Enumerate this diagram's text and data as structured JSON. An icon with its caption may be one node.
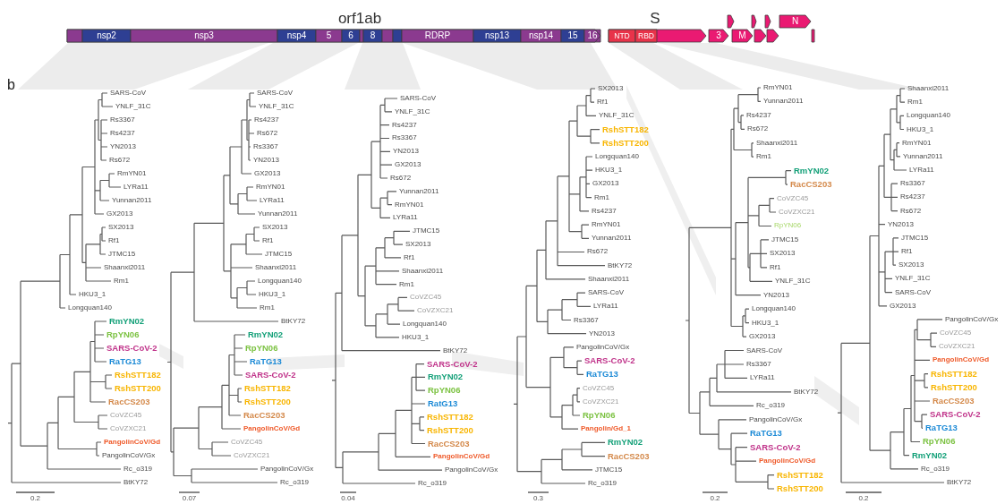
{
  "diagram": {
    "nodes": [
      {
        "text": [
          "orf1ab"
        ]
      },
      {
        "text": [],
        "shape": "bar",
        "in": 0
      },
      {
        "text": [
          "nsp2"
        ],
        "in": 0
      },
      {
        "text": [
          "nsp3"
        ],
        "in": 0
      },
      {
        "text": [
          "nsp4"
        ],
        "in": 0
      },
      {
        "text": [
          "5"
        ],
        "in": 0
      },
      {
        "text": [
          "6"
        ],
        "in": 0
      },
      {
        "text": [],
        "shape": "bar",
        "in": 0
      },
      {
        "text": [
          "8"
        ],
        "in": 0
      },
      {
        "text": [],
        "shape": "bar",
        "in": 0
      },
      {
        "text": [],
        "shape": "bar",
        "in": 0
      },
      {
        "text": [
          "RDRP"
        ],
        "in": 0
      },
      {
        "text": [
          "nsp13"
        ],
        "in": 0
      },
      {
        "text": [
          "nsp14"
        ],
        "in": 0
      },
      {
        "text": [
          "15"
        ],
        "in": 0
      },
      {
        "text": [
          "16"
        ],
        "in": 0
      },
      {
        "text": [
          "S"
        ]
      },
      {
        "text": [
          "NTD"
        ],
        "in": 16
      },
      {
        "text": [
          "RBD"
        ],
        "in": 16
      },
      {
        "text": [
          "3"
        ]
      },
      {
        "text": [],
        "shape": "arrow"
      },
      {
        "text": [
          "M"
        ]
      },
      {
        "text": [],
        "shape": "arrow"
      },
      {
        "text": [],
        "shape": "arrow"
      },
      {
        "text": [],
        "shape": "arrow"
      },
      {
        "text": [],
        "shape": "arrow"
      },
      {
        "text": [
          "N"
        ]
      },
      {
        "text": [],
        "shape": "bar"
      }
    ],
    "labels": [
      "b",
      "SARS-CoV",
      "YNLF_31C",
      "Rs3367",
      "Rs4237",
      "YN2013",
      "Rs672",
      "RmYN01",
      "LYRa11",
      "Yunnan2011",
      "GX2013",
      "SX2013",
      "Rf1",
      "JTMC15",
      "Shaanxi2011",
      "Rm1",
      "HKU3_1",
      "Longquan140",
      "RmYN02",
      "RpYN06",
      "SARS-CoV-2",
      "RaTG13",
      "RshSTT182",
      "RshSTT200",
      "RacCS203",
      "CoVZC45",
      "CoVZXC21",
      "PangolinCoV/Gd",
      "PangolinCoV/Gx",
      "Rc_o319",
      "BtKY72",
      "0.2",
      "SARS-CoV",
      "YNLF_31C",
      "Rs4237",
      "Rs672",
      "Rs3367",
      "YN2013",
      "GX2013",
      "RmYN01",
      "LYRa11",
      "Yunnan2011",
      "SX2013",
      "Rf1",
      "JTMC15",
      "Shaanxi2011",
      "Longquan140",
      "HKU3_1",
      "Rm1",
      "BtKY72",
      "RmYN02",
      "RpYN06",
      "RaTG13",
      "SARS-CoV-2",
      "RshSTT182",
      "RshSTT200",
      "RacCS203",
      "PangolinCoV/Gd",
      "CoVZC45",
      "CoVZXC21",
      "PangolinCoV/Gx",
      "Rc_o319",
      "0.07",
      "SARS-CoV",
      "YNLF_31C",
      "Rs4237",
      "Rs3367",
      "YN2013",
      "GX2013",
      "Rs672",
      "Yunnan2011",
      "RmYN01",
      "LYRa11",
      "JTMC15",
      "SX2013",
      "Rf1",
      "Shaanxi2011",
      "Rm1",
      "CoVZC45",
      "CoVZXC21",
      "Longquan140",
      "HKU3_1",
      "BtKY72",
      "SARS-CoV-2",
      "RmYN02",
      "RpYN06",
      "RatG13",
      "RshSTT182",
      "RshSTT200",
      "RacCS203",
      "PangolinCoV/Gd",
      "PangolinCoV/Gx",
      "Rc_o319",
      "0.04",
      "SX2013",
      "Rf1",
      "YNLF_31C",
      "RshSTT182",
      "RshSTT200",
      "Longquan140",
      "HKU3_1",
      "GX2013",
      "Rm1",
      "Rs4237",
      "RmYN01",
      "Yunnan2011",
      "Rs672",
      "BtKY72",
      "Shaanxi2011",
      "SARS-CoV",
      "LYRa11",
      "Rs3367",
      "YN2013",
      "PangolinCoV/Gx",
      "SARS-CoV-2",
      "RaTG13",
      "CoVZC45",
      "CoVZXC21",
      "RpYN06",
      "Pangolin/Gd_1",
      "RmYN02",
      "RacCS203",
      "JTMC15",
      "Rc_o319",
      "0.3",
      "RmYN01",
      "Yunnan2011",
      "Rs4237",
      "Rs672",
      "Shaanxi2011",
      "Rm1",
      "RmYN02",
      "RacCS203",
      "CoVZC45",
      "CoVZXC21",
      "RpYN06",
      "JTMC15",
      "SX2013",
      "Rf1",
      "YNLF_31C",
      "YN2013",
      "Longquan140",
      "HKU3_1",
      "GX2013",
      "SARS-CoV",
      "Rs3367",
      "LYRa11",
      "BtKY72",
      "Rc_o319",
      "PangolinCoV/Gx",
      "RaTG13",
      "SARS-CoV-2",
      "PangolinCoV/Gd",
      "RshSTT182",
      "RshSTT200",
      "0.2",
      "Shaanxi2011",
      "Rm1",
      "Longquan140",
      "HKU3_1",
      "RmYN01",
      "Yunnan2011",
      "LYRa11",
      "Rs3367",
      "Rs4237",
      "Rs672",
      "YN2013",
      "JTMC15",
      "Rf1",
      "SX2013",
      "YNLF_31C",
      "SARS-CoV",
      "GX2013",
      "PangolinCoV/Gx",
      "CoVZC45",
      "CoVZXC21",
      "PangolinCoV/Gd",
      "RshSTT182",
      "RshSTT200",
      "RacCS203",
      "SARS-CoV-2",
      "RaTG13",
      "RpYN06",
      "RmYN02",
      "Rc_o319",
      "BtKY72",
      "0.2"
    ]
  }
}
